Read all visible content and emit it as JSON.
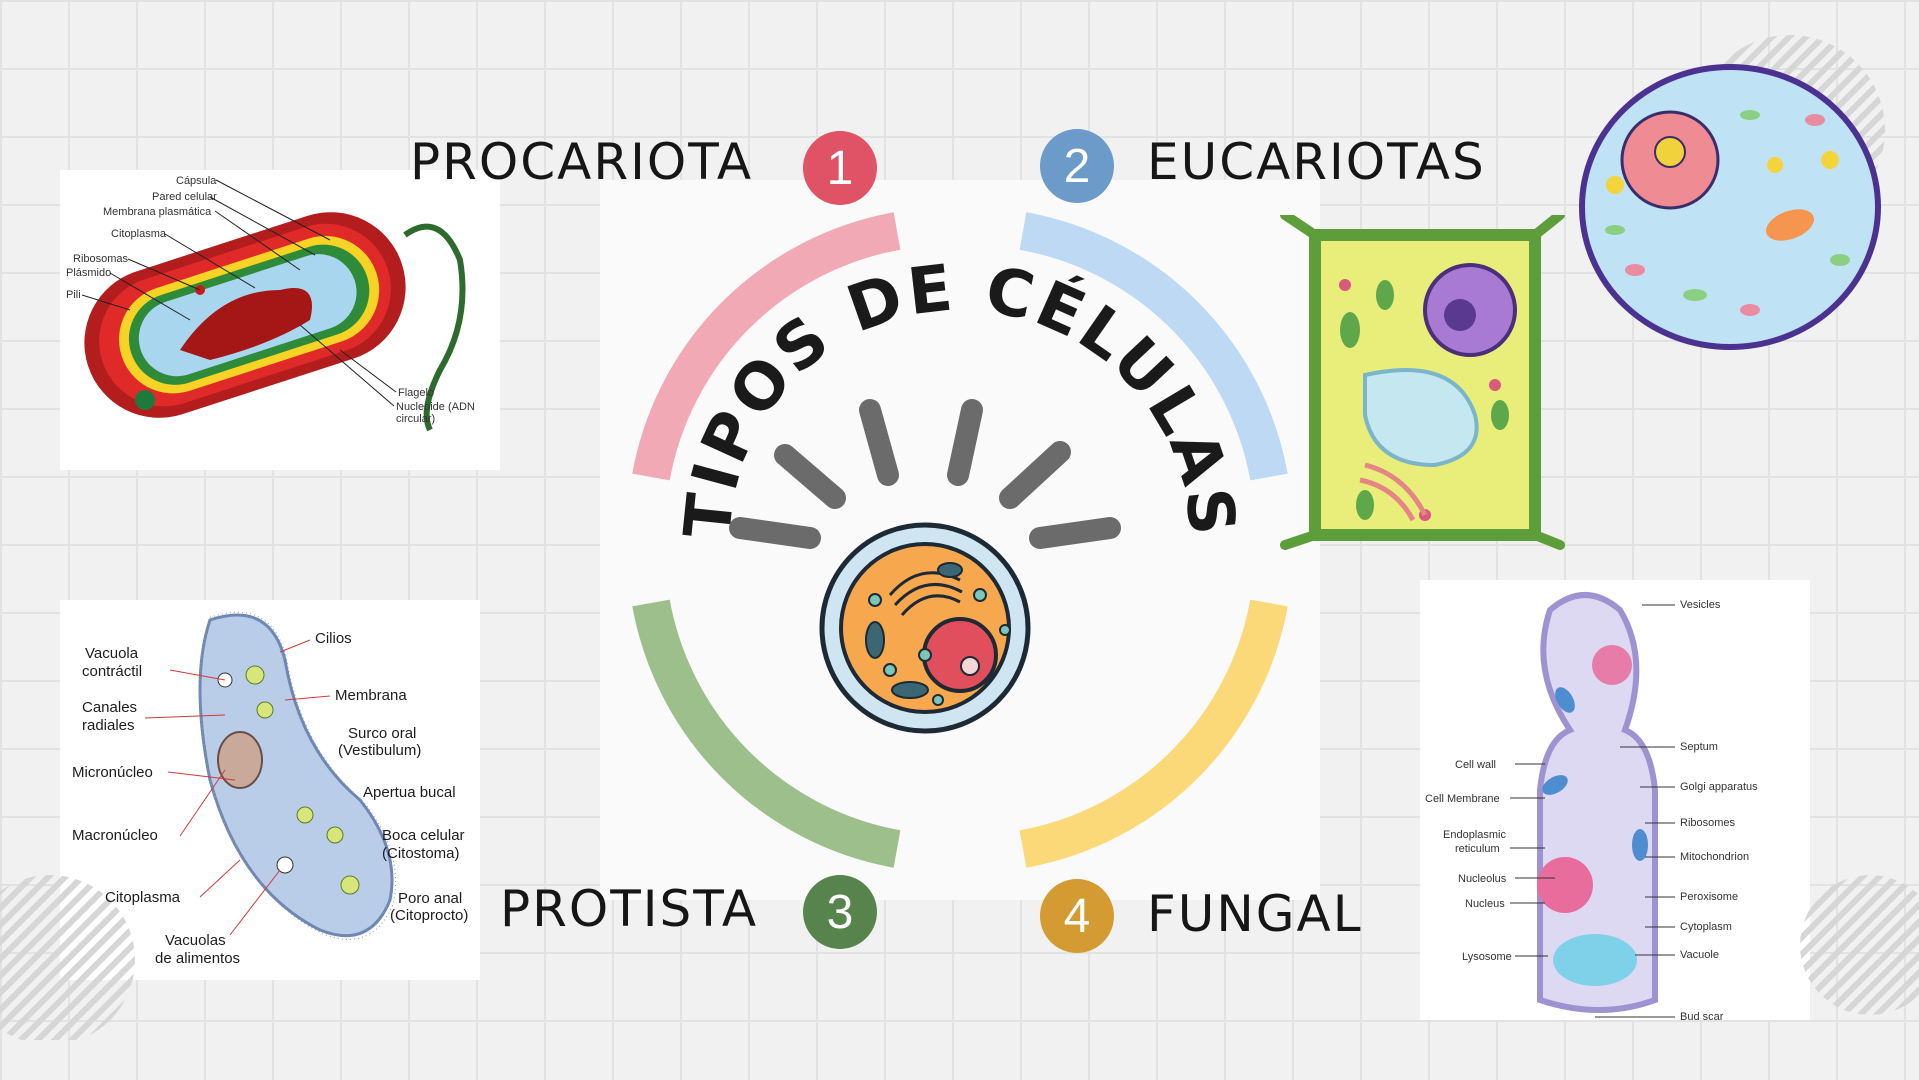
{
  "title": "TIPOS DE CÉLULAS",
  "categories": [
    {
      "number": "1",
      "label": "PROCARIOTA",
      "color": "#e05266"
    },
    {
      "number": "2",
      "label": "EUCARIOTAS",
      "color": "#6c9ac9"
    },
    {
      "number": "3",
      "label": "PROTISTA",
      "color": "#56844c"
    },
    {
      "number": "4",
      "label": "FUNGAL",
      "color": "#d39b32"
    }
  ],
  "ring_colors": {
    "q1": "#f2a9b6",
    "q2": "#bdd9f3",
    "q3": "#9dbf8c",
    "q4": "#fbd979"
  },
  "prokaryote_labels": [
    "Cápsula",
    "Pared celular",
    "Membrana plasmática",
    "Citoplasma",
    "Ribosomas",
    "Plásmido",
    "Pili",
    "Flagelo",
    "Nucleoide (ADN",
    "circular)"
  ],
  "protist_labels": {
    "left": [
      "Vacuola",
      "contráctil",
      "Canales",
      "radiales",
      "Micronúcleo",
      "Macronúcleo",
      "Citoplasma",
      "Vacuolas",
      "de alimentos"
    ],
    "right": [
      "Cilios",
      "Membrana",
      "Surco oral",
      "(Vestibulum)",
      "Apertua bucal",
      "Boca celular",
      "(Citostoma)",
      "Poro anal",
      "(Citoprocto)"
    ]
  },
  "fungal_labels": {
    "right": [
      "Vesicles",
      "Septum",
      "Golgi apparatus",
      "Ribosomes",
      "Mitochondrion",
      "Peroxisome",
      "Cytoplasm",
      "Vacuole",
      "Bud scar"
    ],
    "left": [
      "Cell wall",
      "Cell Membrane",
      "Endoplasmic",
      "reticulum",
      "Nucleolus",
      "Nucleus",
      "Lysosome"
    ]
  }
}
